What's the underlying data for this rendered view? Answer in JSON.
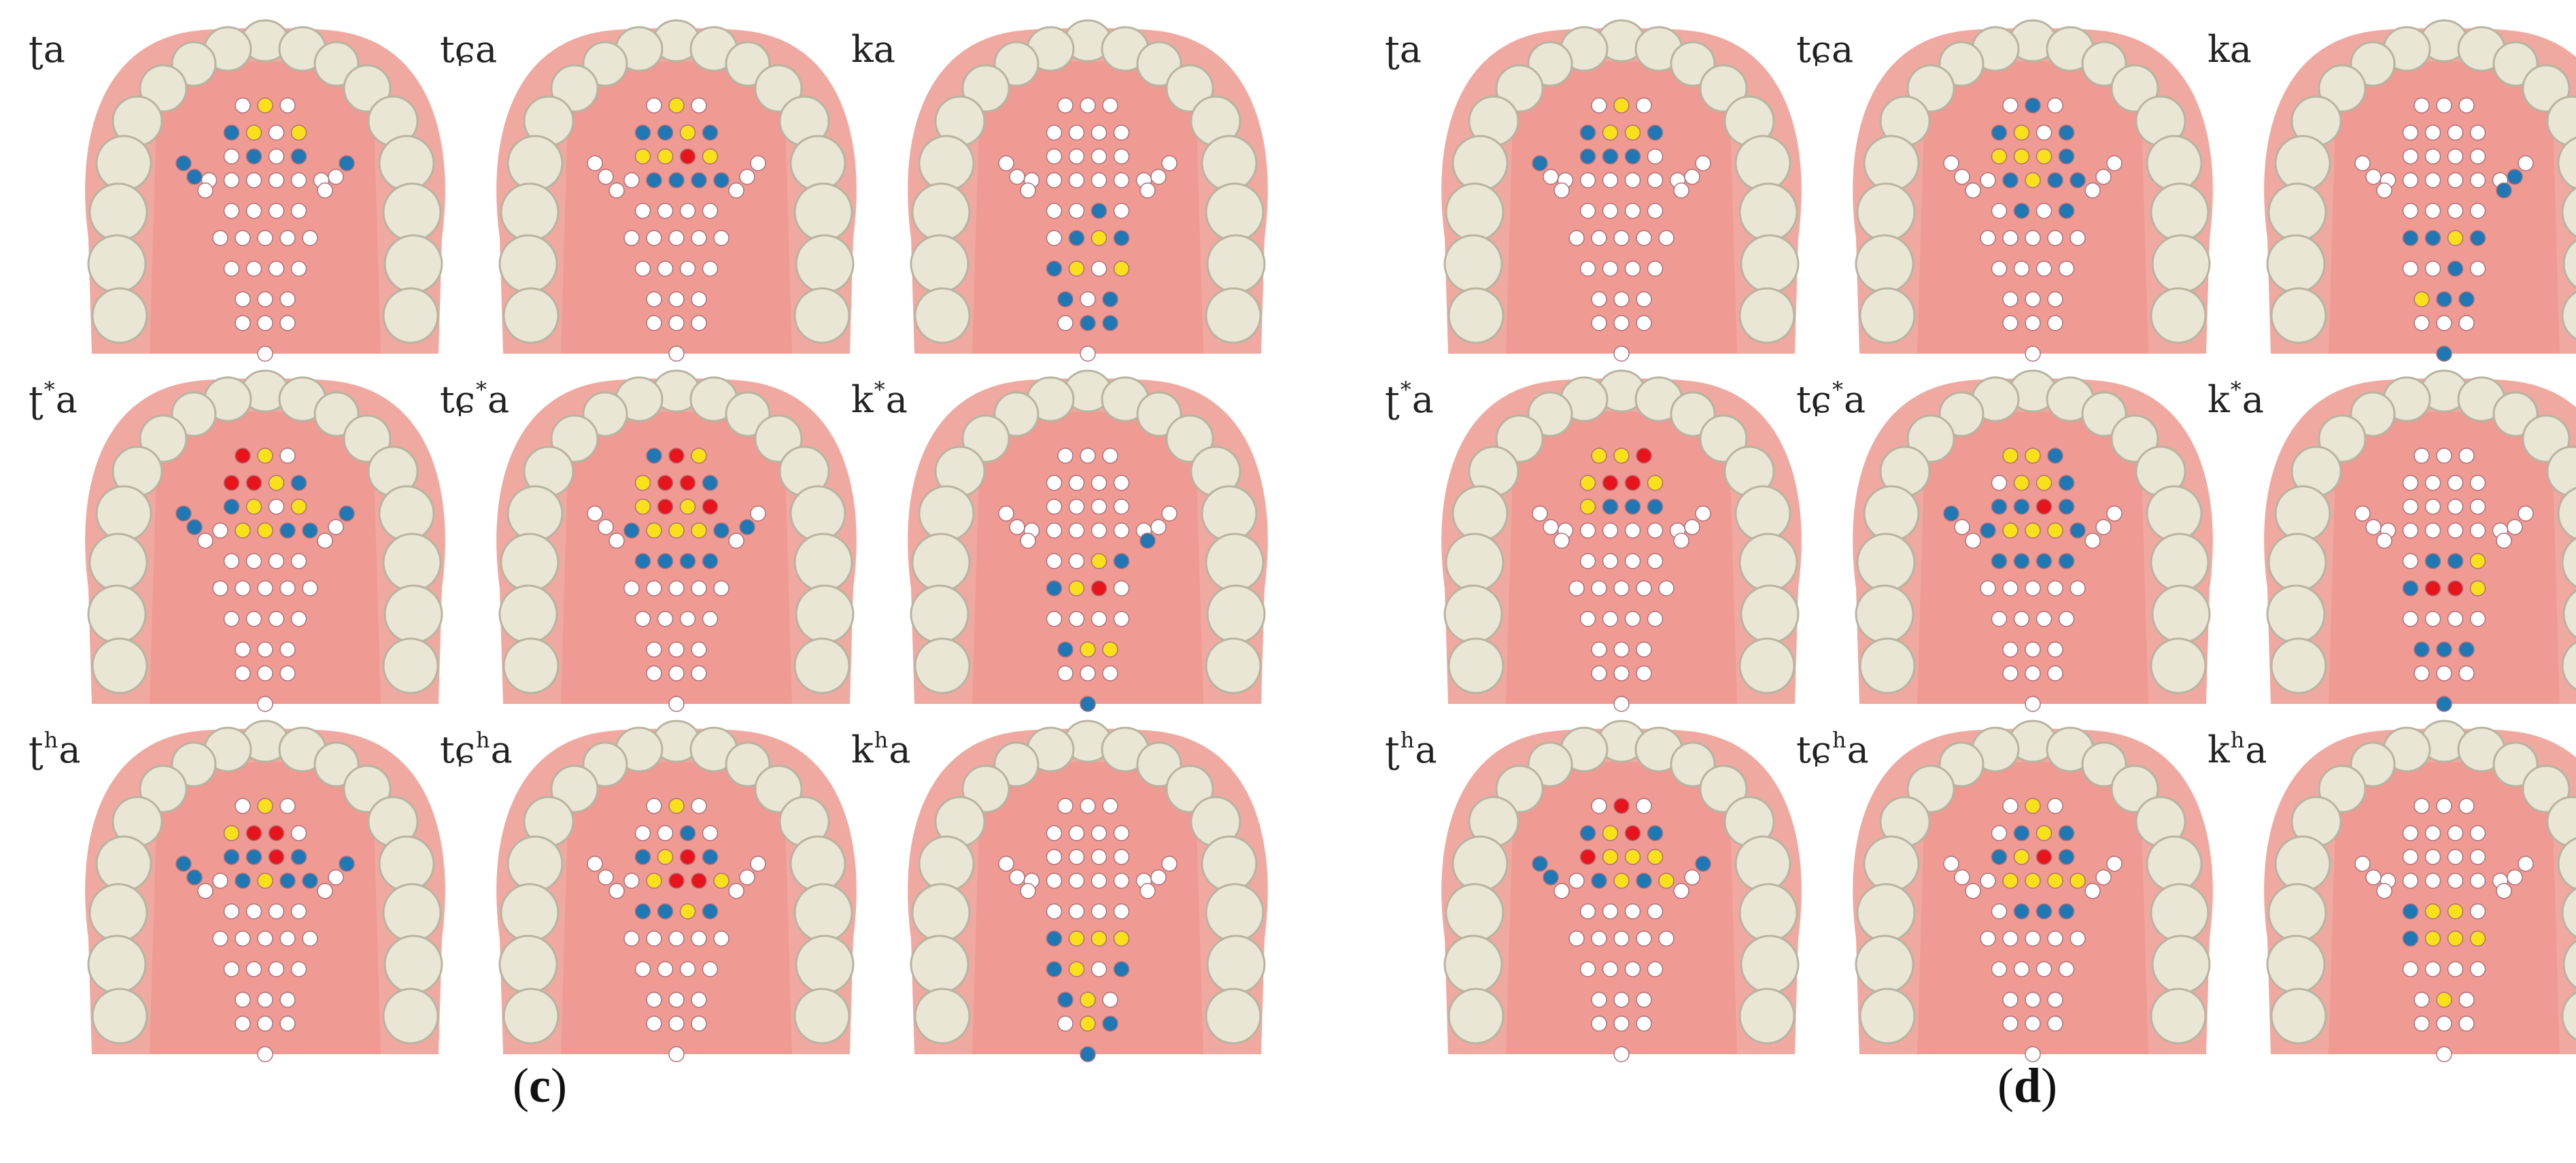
{
  "colors": {
    "white_dot": "#ffffff",
    "yellow": "#f8e11b",
    "blue": "#1f77b4",
    "red": "#e8141c",
    "gum": "#f0a9a0",
    "palate": "#ef9a92",
    "tooth": "#e9e6d6"
  },
  "legend_codes": [
    "white",
    "yellow",
    "blue",
    "red"
  ],
  "panels": [
    {
      "caption_open": "(",
      "caption_letter": "c",
      "caption_close": ")",
      "cells": [
        {
          "label_pre": "ʈa",
          "label_sup": "",
          "label_post": "",
          "dots": [
            "wyw",
            "bywy",
            "wbwb",
            "wwwwww",
            "wwww",
            "wwwww",
            "wwww",
            "www",
            "www",
            "w"
          ],
          "side": {
            "left": [
              "b",
              "b",
              "w"
            ],
            "right": [
              "b",
              "w",
              "w"
            ]
          }
        },
        {
          "label_pre": "tɕa",
          "label_sup": "",
          "label_post": "",
          "dots": [
            "wyw",
            "bbyb",
            "yyry",
            "wbbbb",
            "wwww",
            "wwwww",
            "wwww",
            "www",
            "www",
            "w"
          ],
          "side": {
            "left": [
              "w",
              "w",
              "w"
            ],
            "right": [
              "w",
              "w",
              "w"
            ]
          }
        },
        {
          "label_pre": "ka",
          "label_sup": "",
          "label_post": "",
          "dots": [
            "www",
            "wwww",
            "wwww",
            "wwwwww",
            "wwbw",
            "wbyb",
            "bywy",
            "bwb",
            "wbb",
            "w"
          ],
          "side": {
            "left": [
              "w",
              "w",
              "w"
            ],
            "right": [
              "w",
              "w",
              "w"
            ]
          }
        },
        {
          "label_pre": "ʈ",
          "label_sup": "*",
          "label_post": "a",
          "dots": [
            "ryw",
            "rryb",
            "bywy",
            "wyybb",
            "wwww",
            "wwwww",
            "wwww",
            "www",
            "www",
            "w"
          ],
          "side": {
            "left": [
              "b",
              "b",
              "w"
            ],
            "right": [
              "b",
              "w",
              "w"
            ]
          }
        },
        {
          "label_pre": "tɕ",
          "label_sup": "*",
          "label_post": "a",
          "dots": [
            "bry",
            "yrrb",
            "yryr",
            "byyyb",
            "bbbb",
            "wwwww",
            "wwww",
            "www",
            "www",
            "w"
          ],
          "side": {
            "left": [
              "w",
              "w",
              "w"
            ],
            "right": [
              "w",
              "b",
              "w"
            ]
          }
        },
        {
          "label_pre": "k",
          "label_sup": "*",
          "label_post": "a",
          "dots": [
            "www",
            "wwww",
            "wwww",
            "wwwwww",
            "wwyb",
            "byrw",
            "wwww",
            "byy",
            "www",
            "b"
          ],
          "side": {
            "left": [
              "w",
              "w",
              "w"
            ],
            "right": [
              "w",
              "w",
              "b"
            ]
          }
        },
        {
          "label_pre": "ʈ",
          "label_sup": "h",
          "label_post": "a",
          "dots": [
            "wyw",
            "yrrw",
            "bbrb",
            "wbybb",
            "wwww",
            "wwwww",
            "wwww",
            "www",
            "www",
            "w"
          ],
          "side": {
            "left": [
              "b",
              "b",
              "w"
            ],
            "right": [
              "b",
              "w",
              "w"
            ]
          }
        },
        {
          "label_pre": "tɕ",
          "label_sup": "h",
          "label_post": "a",
          "dots": [
            "wyw",
            "wwbw",
            "byrb",
            "wyrry",
            "bbyb",
            "wwwww",
            "wwww",
            "www",
            "www",
            "w"
          ],
          "side": {
            "left": [
              "w",
              "w",
              "w"
            ],
            "right": [
              "w",
              "w",
              "w"
            ]
          }
        },
        {
          "label_pre": "k",
          "label_sup": "h",
          "label_post": "a",
          "dots": [
            "www",
            "wwww",
            "wwww",
            "wwwwww",
            "wwww",
            "byyy",
            "bywb",
            "byw",
            "wyb",
            "b"
          ],
          "side": {
            "left": [
              "w",
              "w",
              "w"
            ],
            "right": [
              "w",
              "w",
              "w"
            ]
          }
        }
      ]
    },
    {
      "caption_open": "(",
      "caption_letter": "d",
      "caption_close": ")",
      "cells": [
        {
          "label_pre": "ʈa",
          "label_sup": "",
          "label_post": "",
          "dots": [
            "wyw",
            "byyb",
            "bbbw",
            "wwwwww",
            "wwww",
            "wwwww",
            "wwww",
            "www",
            "www",
            "w"
          ],
          "side": {
            "left": [
              "b",
              "w",
              "w"
            ],
            "right": [
              "w",
              "w",
              "w"
            ]
          }
        },
        {
          "label_pre": "tɕa",
          "label_sup": "",
          "label_post": "",
          "dots": [
            "wbw",
            "bywb",
            "yyyb",
            "wbybb",
            "wbwb",
            "wwwww",
            "wwww",
            "www",
            "www",
            "w"
          ],
          "side": {
            "left": [
              "w",
              "w",
              "w"
            ],
            "right": [
              "w",
              "w",
              "w"
            ]
          }
        },
        {
          "label_pre": "ka",
          "label_sup": "",
          "label_post": "",
          "dots": [
            "www",
            "wwww",
            "wwww",
            "wwwwww",
            "wwww",
            "bbyb",
            "wwbw",
            "ybb",
            "www",
            "b"
          ],
          "side": {
            "left": [
              "w",
              "w",
              "w"
            ],
            "right": [
              "w",
              "b",
              "b"
            ]
          }
        },
        {
          "label_pre": "ʈ",
          "label_sup": "*",
          "label_post": "a",
          "dots": [
            "yyr",
            "yrry",
            "ybbb",
            "wwwwww",
            "wwww",
            "wwwww",
            "wwww",
            "www",
            "www",
            "w"
          ],
          "side": {
            "left": [
              "w",
              "w",
              "w"
            ],
            "right": [
              "w",
              "w",
              "w"
            ]
          }
        },
        {
          "label_pre": "tɕ",
          "label_sup": "*",
          "label_post": "a",
          "dots": [
            "yyb",
            "wyyb",
            "bbrb",
            "byyyb",
            "bbbb",
            "wwwww",
            "wwww",
            "www",
            "www",
            "w"
          ],
          "side": {
            "left": [
              "b",
              "w",
              "w"
            ],
            "right": [
              "w",
              "w",
              "w"
            ]
          }
        },
        {
          "label_pre": "k",
          "label_sup": "*",
          "label_post": "a",
          "dots": [
            "www",
            "wwww",
            "wwww",
            "wwwwww",
            "wbby",
            "brry",
            "wwww",
            "bbb",
            "www",
            "b"
          ],
          "side": {
            "left": [
              "w",
              "w",
              "w"
            ],
            "right": [
              "w",
              "w",
              "w"
            ]
          }
        },
        {
          "label_pre": "ʈ",
          "label_sup": "h",
          "label_post": "a",
          "dots": [
            "wrw",
            "byrb",
            "ryyy",
            "wbyby",
            "wwww",
            "wwwww",
            "wwww",
            "www",
            "www",
            "w"
          ],
          "side": {
            "left": [
              "b",
              "b",
              "w"
            ],
            "right": [
              "b",
              "w",
              "w"
            ]
          }
        },
        {
          "label_pre": "tɕ",
          "label_sup": "h",
          "label_post": "a",
          "dots": [
            "wyw",
            "wbyb",
            "byrb",
            "wyyyy",
            "wbbb",
            "wwwww",
            "wwww",
            "www",
            "www",
            "w"
          ],
          "side": {
            "left": [
              "w",
              "w",
              "w"
            ],
            "right": [
              "w",
              "w",
              "w"
            ]
          }
        },
        {
          "label_pre": "k",
          "label_sup": "h",
          "label_post": "a",
          "dots": [
            "www",
            "wwww",
            "wwww",
            "wwwwww",
            "byyw",
            "byyy",
            "wwww",
            "wyw",
            "www",
            "w"
          ],
          "side": {
            "left": [
              "w",
              "w",
              "w"
            ],
            "right": [
              "w",
              "w",
              "w"
            ]
          }
        }
      ]
    }
  ]
}
